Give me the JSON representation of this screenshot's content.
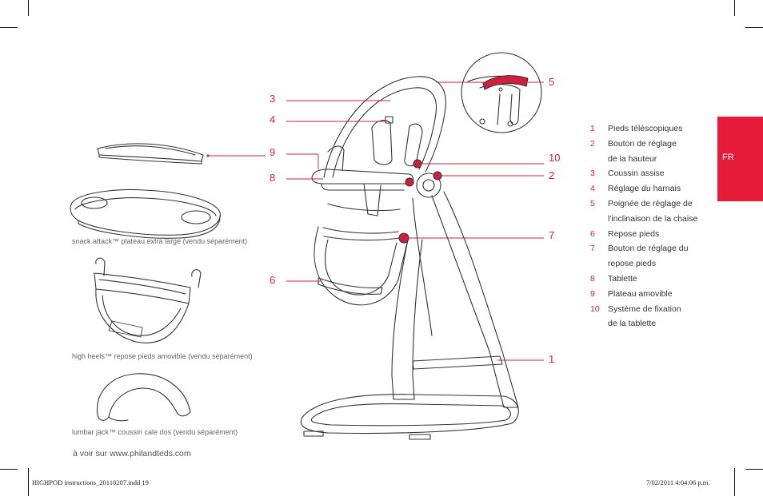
{
  "callouts": [
    "3",
    "4",
    "9",
    "8",
    "6",
    "5",
    "10",
    "2",
    "7",
    "1"
  ],
  "legend": [
    {
      "num": "1",
      "text": "Pieds téléscopiques"
    },
    {
      "num": "2",
      "text": "Bouton de réglage"
    },
    {
      "num": "",
      "text": "de la hauteur"
    },
    {
      "num": "3",
      "text": "Coussin assise"
    },
    {
      "num": "4",
      "text": "Réglage du harnais"
    },
    {
      "num": "5",
      "text": "Poignée de réglage de"
    },
    {
      "num": "",
      "text": "l'inclinaison de la chaise"
    },
    {
      "num": "6",
      "text": "Repose pieds"
    },
    {
      "num": "7",
      "text": "Bouton de réglage du"
    },
    {
      "num": "",
      "text": "repose pieds"
    },
    {
      "num": "8",
      "text": "Tablette"
    },
    {
      "num": "9",
      "text": "Plateau amovible"
    },
    {
      "num": "10",
      "text": "Système de fixation"
    },
    {
      "num": "",
      "text": "de la tablette"
    }
  ],
  "captions": {
    "snack": "snack attack™ plateau extra large (vendu séparément)",
    "heels": "high heels™ repose pieds amovible (vendu séparément)",
    "lumbar": "lumbar jack™ coussin cale dos (vendu séparément)"
  },
  "website": "à voir sur www.philandteds.com",
  "lang_tab": "FR",
  "footer": {
    "left": "HIGHPOD instructions_20110207.indd   19",
    "right": "7/02/2011   4:04:06 p.m."
  },
  "colors": {
    "accent": "#e61b3a",
    "callout": "#d01f3c",
    "line": "#333333"
  }
}
